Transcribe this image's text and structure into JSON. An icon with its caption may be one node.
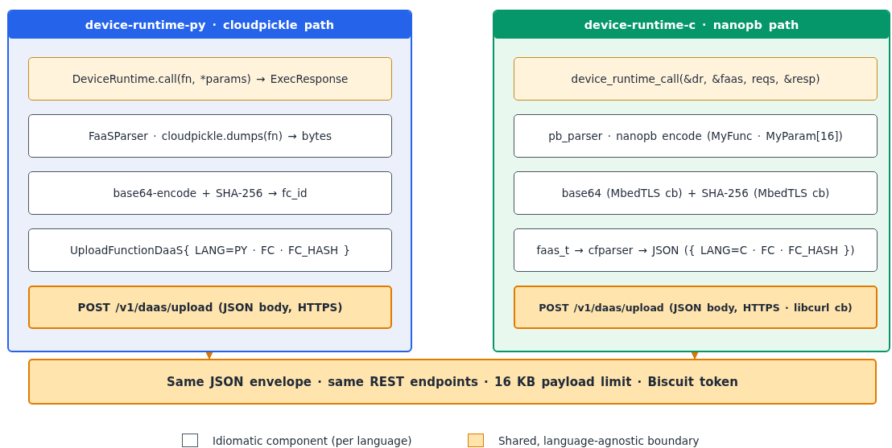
{
  "diagram": {
    "nodes": [
      {
        "text": [
          "device-runtime-py · cloudpickle path"
        ]
      },
      {
        "text": [
          "DeviceRuntime.call(fn, *params) → ExecResponse"
        ],
        "in": 0
      },
      {
        "text": [
          "FaaSParser · cloudpickle.dumps(fn) → bytes"
        ],
        "in": 0
      },
      {
        "text": [
          "base64-encode + SHA-256 → fc_id"
        ],
        "in": 0
      },
      {
        "text": [
          "UploadFunctionDaaS{ LANG=PY · FC · FC_HASH }"
        ],
        "in": 0
      },
      {
        "text": [
          "POST /v1/daas/upload (JSON body, HTTPS)"
        ],
        "in": 0
      },
      {
        "text": [
          "device-runtime-c · nanopb path"
        ]
      },
      {
        "text": [
          "device_runtime_call(&dr, &faas, reqs, &resp)"
        ],
        "in": 6
      },
      {
        "text": [
          "pb_parser · nanopb encode (MyFunc · MyParam[16])"
        ],
        "in": 6
      },
      {
        "text": [
          "base64 (MbedTLS cb) + SHA-256 (MbedTLS cb)"
        ],
        "in": 6
      },
      {
        "text": [
          "faas_t → cfparser → JSON ({ LANG=C · FC · FC_HASH })"
        ],
        "in": 6
      },
      {
        "text": [
          "POST /v1/daas/upload (JSON body, HTTPS · libcurl cb)"
        ],
        "in": 6
      },
      {
        "text": [
          "Same JSON envelope · same REST endpoints · 16 KB payload limit · Biscuit token"
        ]
      }
    ],
    "edges": [
      {
        "from": 0,
        "to": 12,
        "arrow": "to"
      },
      {
        "from": 6,
        "to": 12,
        "arrow": "to"
      }
    ],
    "legend": [
      {
        "text": "Idiomatic component (per language)",
        "color": "#ffffff"
      },
      {
        "text": "Shared, language-agnostic boundary",
        "color": "#ffe4ad"
      }
    ]
  }
}
